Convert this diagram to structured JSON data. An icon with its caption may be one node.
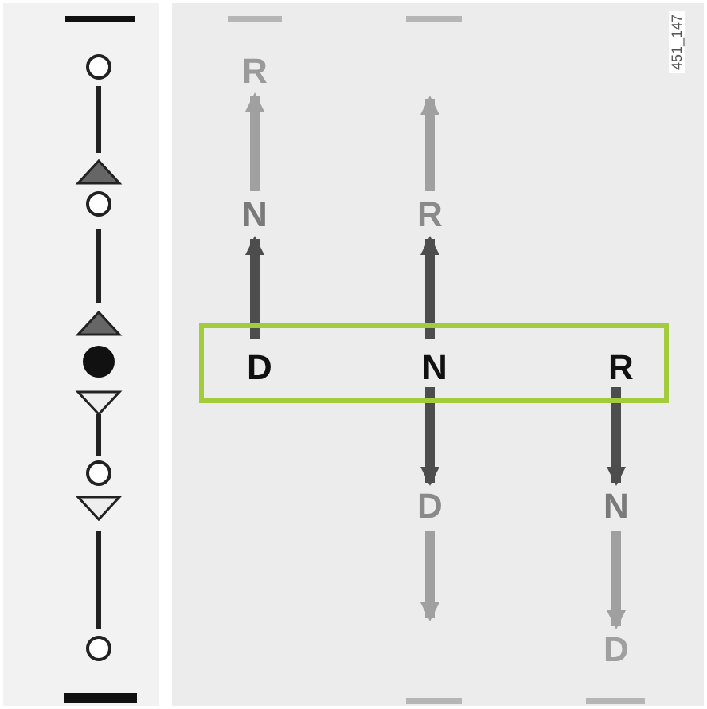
{
  "diagram": {
    "nodes": [
      {
        "text": [],
        "shape": "box"
      },
      {
        "text": [
          "D"
        ],
        "in": 0
      },
      {
        "text": [
          "N"
        ],
        "in": 0
      },
      {
        "text": [
          "R"
        ],
        "in": 0
      },
      {
        "text": [
          "R"
        ]
      },
      {
        "text": [
          "N"
        ]
      },
      {
        "text": [
          "R"
        ]
      },
      {
        "text": [
          "D"
        ]
      },
      {
        "text": [
          "N"
        ]
      },
      {
        "text": [
          "D"
        ]
      }
    ],
    "edges": [
      {
        "from": 1,
        "to": 5,
        "arrow": "to"
      },
      {
        "from": 5,
        "to": 4,
        "arrow": "to",
        "color": "#a0a0a0"
      },
      {
        "from": 2,
        "to": 6,
        "arrow": "to"
      },
      {
        "from": 6,
        "to": null,
        "arrow": "to",
        "color": "#a0a0a0"
      },
      {
        "from": 2,
        "to": 7,
        "arrow": "to"
      },
      {
        "from": 7,
        "to": null,
        "arrow": "to",
        "color": "#a0a0a0"
      },
      {
        "from": 3,
        "to": 8,
        "arrow": "to"
      },
      {
        "from": 8,
        "to": 9,
        "arrow": "to",
        "color": "#a0a0a0"
      }
    ],
    "labels": [
      "451_147"
    ]
  }
}
